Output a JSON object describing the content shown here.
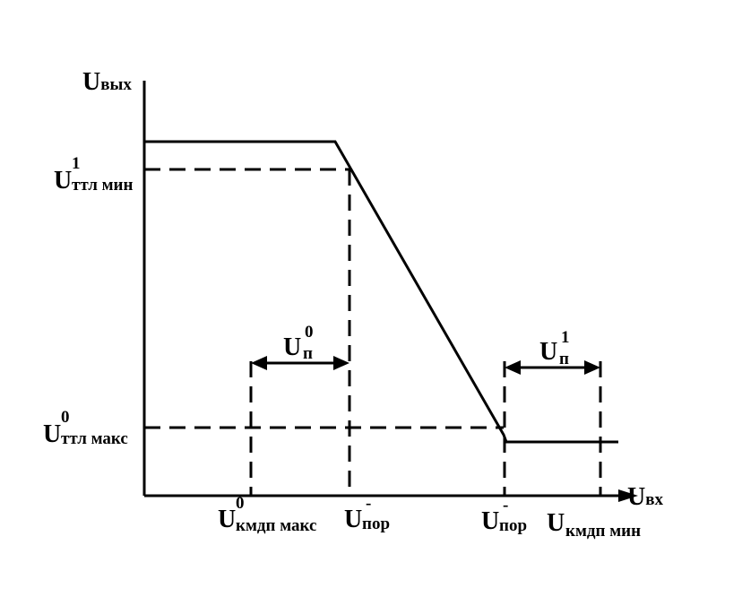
{
  "labels": {
    "y_axis": {
      "main": "U",
      "sub": "вых"
    },
    "x_axis": {
      "main": "U",
      "sub": "вх"
    },
    "u_ttl_min": {
      "main": "U",
      "sup": "1",
      "sub": "ттл мин"
    },
    "u_ttl_max": {
      "main": "U",
      "sup": "0",
      "sub": "ттл макс"
    },
    "u_cmos_max": {
      "main": "U",
      "sup": "0",
      "sub": "кмдп макс"
    },
    "u_por_1": {
      "main": "U",
      "sup": "-",
      "sub": "пор"
    },
    "u_por_2": {
      "main": "U",
      "sup": "-",
      "sub": "пор"
    },
    "u_cmos_min": {
      "main": "U",
      "sub": "кмдп мин"
    },
    "u_n0": {
      "main": "U",
      "sup": "0",
      "sub": "п"
    },
    "u_n1": {
      "main": "U",
      "sup": "1",
      "sub": "п"
    }
  }
}
